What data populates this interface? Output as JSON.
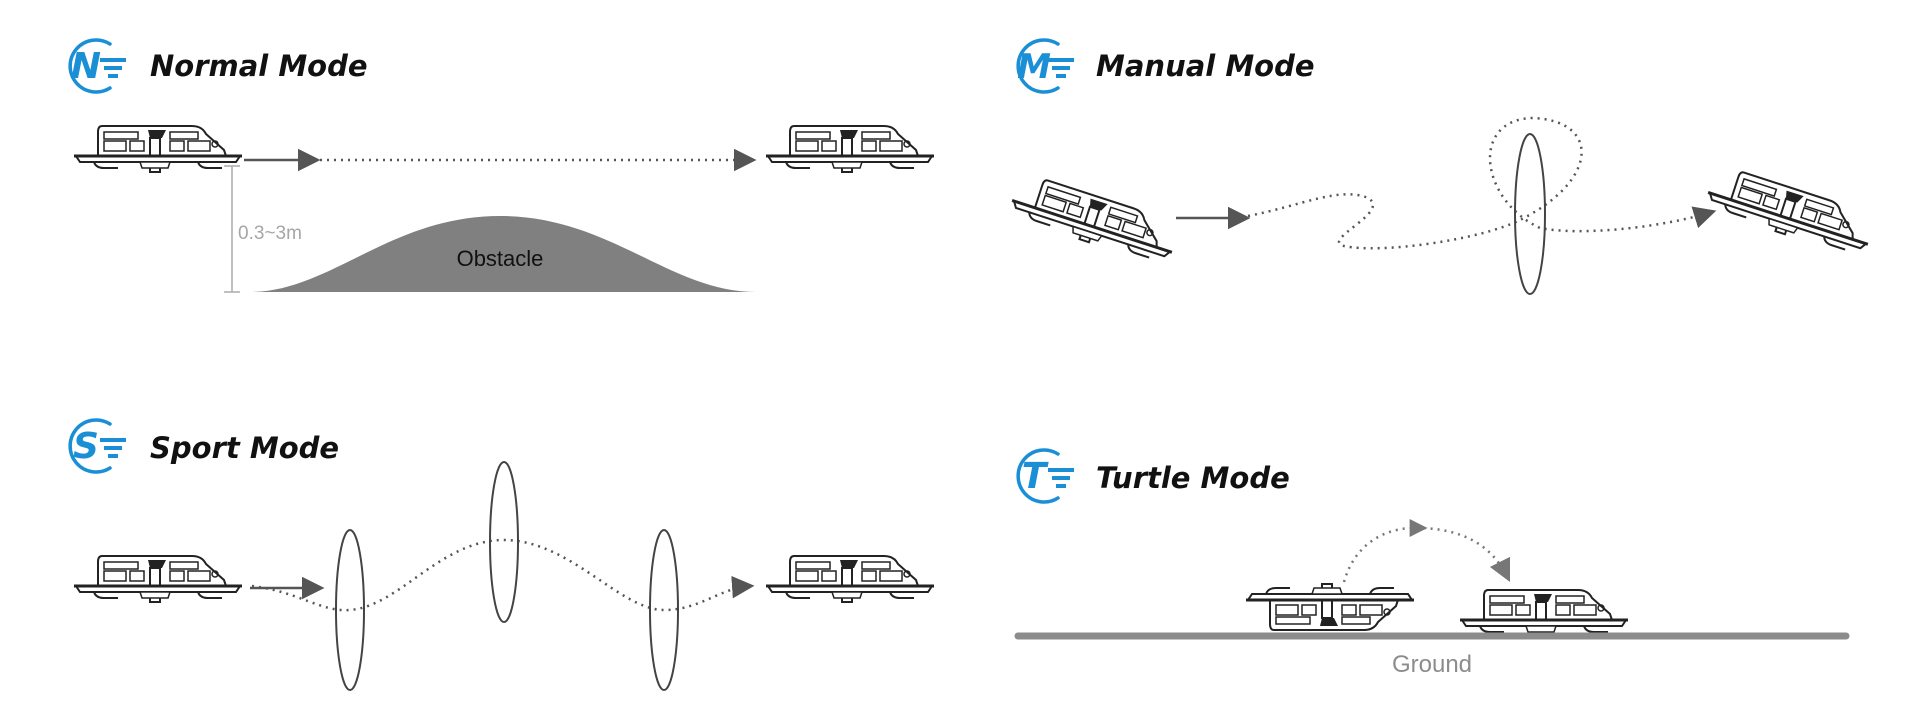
{
  "modes": {
    "normal": {
      "letter": "N",
      "title": "Normal Mode",
      "height_label": "0.3~3m",
      "obstacle_label": "Obstacle"
    },
    "manual": {
      "letter": "M",
      "title": "Manual Mode"
    },
    "sport": {
      "letter": "S",
      "title": "Sport Mode"
    },
    "turtle": {
      "letter": "T",
      "title": "Turtle Mode",
      "ground_label": "Ground"
    }
  },
  "colors": {
    "accent": "#1a8fd6",
    "line": "#555555",
    "obstacle": "#808080",
    "ground": "#8c8c8c",
    "label_gray": "#a6a6a6"
  }
}
